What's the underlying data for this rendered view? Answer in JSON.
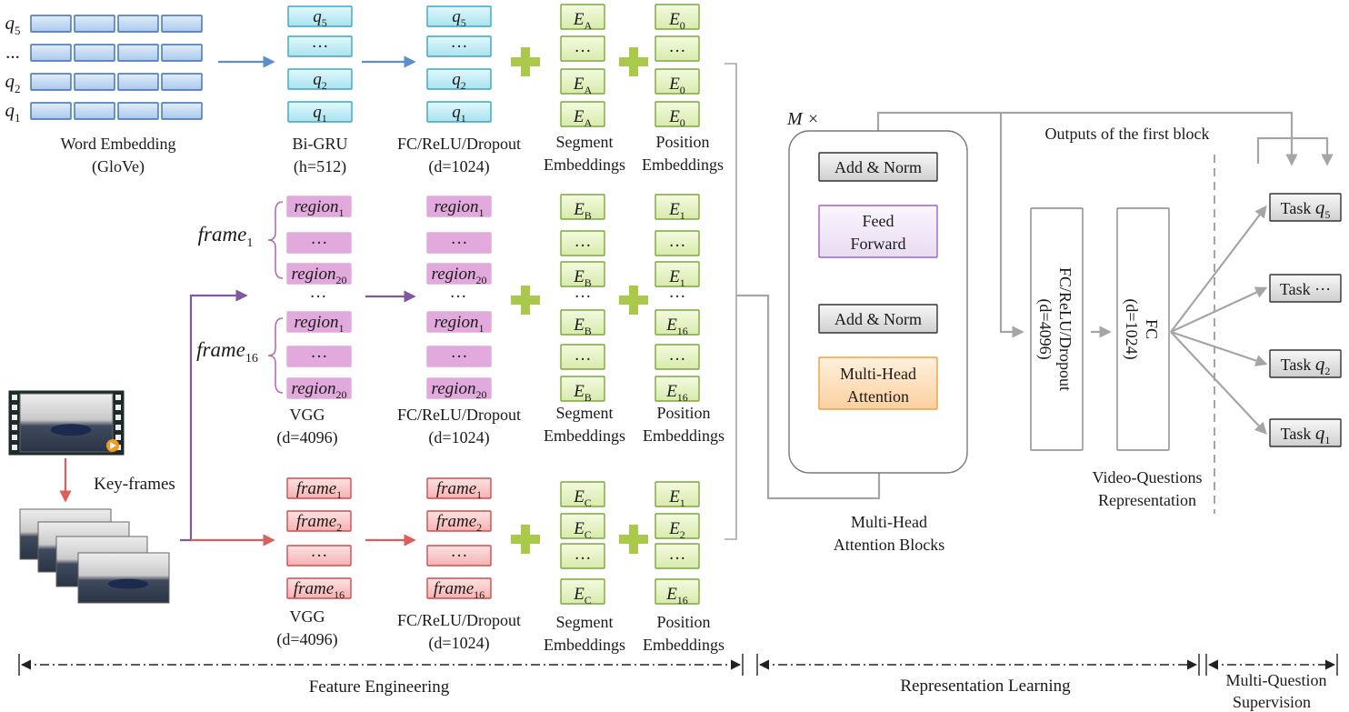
{
  "colors": {
    "word_box": "#b9d3f0",
    "word_edge": "#3c6fb0",
    "q_box": "#b8ecf4",
    "q_edge": "#3aa6c2",
    "region_box": "#e2a9dc",
    "frame_box": "#f8c4c4",
    "frame_edge": "#d24d4d",
    "e_box": "#e6f3c3",
    "e_edge": "#7ca83c",
    "plus": "#aac94a",
    "arrow_blue": "#5b8fc9",
    "arrow_purple": "#7e5a9e",
    "arrow_red": "#d9605b",
    "gray": "#a5a5a5",
    "feed_edge": "#9966cc",
    "attn_box": "#fde0c0",
    "attn_edge": "#f0a040"
  },
  "icons": [
    "plus-icon",
    "arrow-icon",
    "video-frame-icon"
  ],
  "text_row": {
    "word_labels": [
      {
        "base": "q",
        "sub": "5"
      },
      {
        "base": "...",
        "sub": ""
      },
      {
        "base": "q",
        "sub": "2"
      },
      {
        "base": "q",
        "sub": "1"
      }
    ],
    "word_caption": [
      "Word Embedding",
      "(GloVe)"
    ],
    "bigru_cells": [
      {
        "base": "q",
        "sub": "5"
      },
      {
        "base": "···",
        "sub": ""
      },
      {
        "base": "q",
        "sub": "2"
      },
      {
        "base": "q",
        "sub": "1"
      }
    ],
    "bigru_caption": [
      "Bi-GRU",
      "(h=512)"
    ],
    "fc_caption": [
      "FC/ReLU/Dropout",
      "(d=1024)"
    ],
    "segment": [
      {
        "base": "E",
        "sub": "A"
      },
      {
        "base": "···",
        "sub": ""
      },
      {
        "base": "E",
        "sub": "A"
      },
      {
        "base": "E",
        "sub": "A"
      }
    ],
    "segment_caption": [
      "Segment",
      "Embeddings"
    ],
    "position": [
      {
        "base": "E",
        "sub": "0"
      },
      {
        "base": "···",
        "sub": ""
      },
      {
        "base": "E",
        "sub": "0"
      },
      {
        "base": "E",
        "sub": "0"
      }
    ],
    "position_caption": [
      "Position",
      "Embeddings"
    ]
  },
  "region_row": {
    "frame_labels": [
      {
        "base": "frame",
        "sub": "1"
      },
      {
        "base": "frame",
        "sub": "16"
      }
    ],
    "cells": [
      {
        "base": "region",
        "sub": "1"
      },
      {
        "base": "···",
        "sub": ""
      },
      {
        "base": "region",
        "sub": "20"
      },
      {
        "base": "region",
        "sub": "1"
      },
      {
        "base": "···",
        "sub": ""
      },
      {
        "base": "region",
        "sub": "20"
      }
    ],
    "ellipsis": "···",
    "vgg_caption": [
      "VGG",
      "(d=4096)"
    ],
    "fc_caption": [
      "FC/ReLU/Dropout",
      "(d=1024)"
    ],
    "segment": [
      {
        "base": "E",
        "sub": "B"
      },
      {
        "base": "···",
        "sub": ""
      },
      {
        "base": "E",
        "sub": "B"
      },
      {
        "base": "E",
        "sub": "B"
      },
      {
        "base": "···",
        "sub": ""
      },
      {
        "base": "E",
        "sub": "B"
      }
    ],
    "segment_caption": [
      "Segment",
      "Embeddings"
    ],
    "position": [
      {
        "base": "E",
        "sub": "1"
      },
      {
        "base": "···",
        "sub": ""
      },
      {
        "base": "E",
        "sub": "1"
      },
      {
        "base": "E",
        "sub": "16"
      },
      {
        "base": "···",
        "sub": ""
      },
      {
        "base": "E",
        "sub": "16"
      }
    ],
    "position_caption": [
      "Position",
      "Embeddings"
    ]
  },
  "frame_row": {
    "cells": [
      {
        "base": "frame",
        "sub": "1"
      },
      {
        "base": "frame",
        "sub": "2"
      },
      {
        "base": "···",
        "sub": ""
      },
      {
        "base": "frame",
        "sub": "16"
      }
    ],
    "vgg_caption": [
      "VGG",
      "(d=4096)"
    ],
    "fc_caption": [
      "FC/ReLU/Dropout",
      "(d=1024)"
    ],
    "segment": [
      {
        "base": "E",
        "sub": "C"
      },
      {
        "base": "E",
        "sub": "C"
      },
      {
        "base": "···",
        "sub": ""
      },
      {
        "base": "E",
        "sub": "C"
      }
    ],
    "segment_caption": [
      "Segment",
      "Embeddings"
    ],
    "position": [
      {
        "base": "E",
        "sub": "1"
      },
      {
        "base": "E",
        "sub": "2"
      },
      {
        "base": "···",
        "sub": ""
      },
      {
        "base": "E",
        "sub": "16"
      }
    ],
    "position_caption": [
      "Position",
      "Embeddings"
    ]
  },
  "keyframes_label": "Key-frames",
  "attention": {
    "repeat": "M ×",
    "add_norm": "Add & Norm",
    "feed_forward": [
      "Feed",
      "Forward"
    ],
    "multi_head": [
      "Multi-Head",
      "Attention"
    ],
    "caption": [
      "Multi-Head",
      "Attention Blocks"
    ],
    "outputs_label": "Outputs of the first block"
  },
  "fc4096": [
    "FC/ReLU/Dropout",
    "(d=4096)"
  ],
  "fc1024": [
    "FC",
    "(d=1024)"
  ],
  "vq_caption": [
    "Video-Questions",
    "Representation"
  ],
  "tasks": [
    {
      "base": "Task ",
      "sub_var": "q",
      "sub": "5"
    },
    {
      "base": "Task ···",
      "sub_var": "",
      "sub": ""
    },
    {
      "base": "Task ",
      "sub_var": "q",
      "sub": "2"
    },
    {
      "base": "Task ",
      "sub_var": "q",
      "sub": "1"
    }
  ],
  "sections": [
    "Feature Engineering",
    "Representation Learning",
    "Multi-Question",
    "Supervision"
  ]
}
